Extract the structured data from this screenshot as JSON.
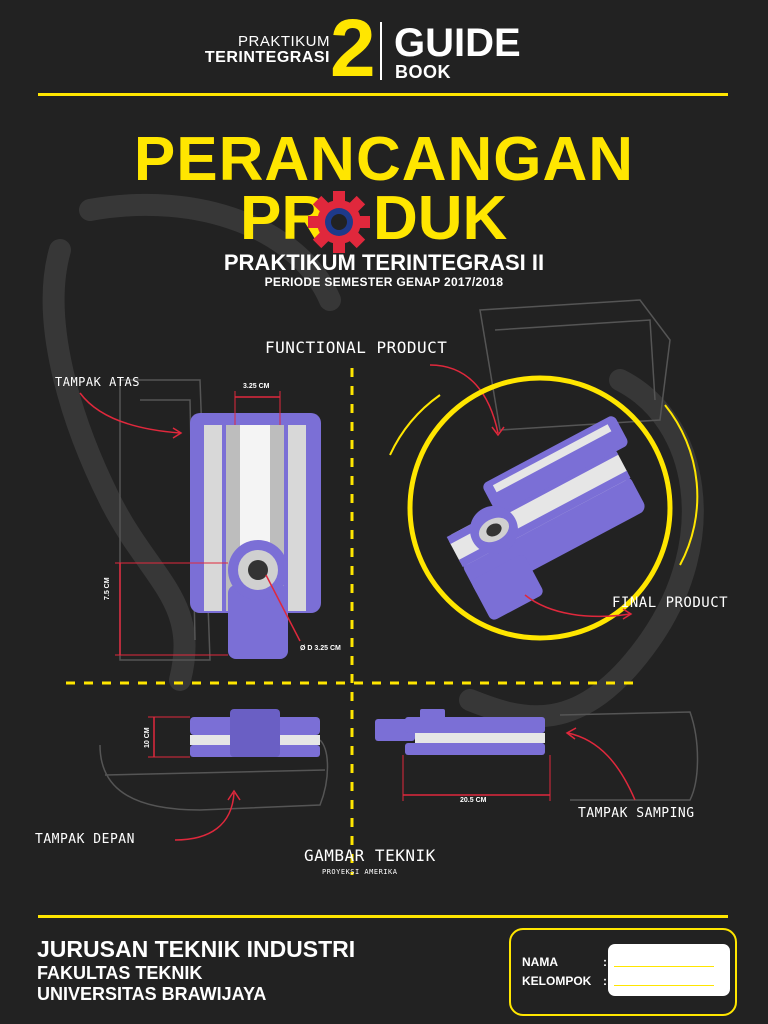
{
  "header": {
    "praktikum": "PRAKTIKUM",
    "terintegrasi": "TERINTEGRASI",
    "number": "2",
    "guide": "GUIDE",
    "book": "BOOK"
  },
  "title": {
    "line1": "PERANCANGAN",
    "line2_start": "PR",
    "line2_end": "DUK",
    "subtitle": "PRAKTIKUM TERINTEGRASI II",
    "period": "PERIODE SEMESTER GENAP 2017/2018"
  },
  "labels": {
    "functional_product": "FUNCTIONAL PRODUCT",
    "tampak_atas": "TAMPAK ATAS",
    "final_product": "FINAL PRODUCT",
    "tampak_depan": "TAMPAK DEPAN",
    "tampak_samping": "TAMPAK SAMPING",
    "gambar_teknik": "GAMBAR TEKNIK",
    "proyeksi_amerika": "PROYEKSI AMERIKA"
  },
  "dimensions": {
    "top_width": "3.25 CM",
    "top_height": "7.5 CM",
    "top_diameter": "Ø D 3.25 CM",
    "front_height": "10 CM",
    "side_length": "20.5 CM"
  },
  "footer": {
    "department": "JURUSAN TEKNIK INDUSTRI",
    "faculty": "FAKULTAS TEKNIK",
    "university": "UNIVERSITAS BRAWIJAYA",
    "nama_label": "NAMA",
    "kelompok_label": "KELOMPOK",
    "colon": ":"
  },
  "colors": {
    "background": "#222222",
    "accent_yellow": "#ffe600",
    "product_purple": "#7b6fd6",
    "annotation_red": "#e0283c",
    "gear_blue": "#1e3a8a"
  },
  "icons": {
    "gear": "gear-icon"
  }
}
